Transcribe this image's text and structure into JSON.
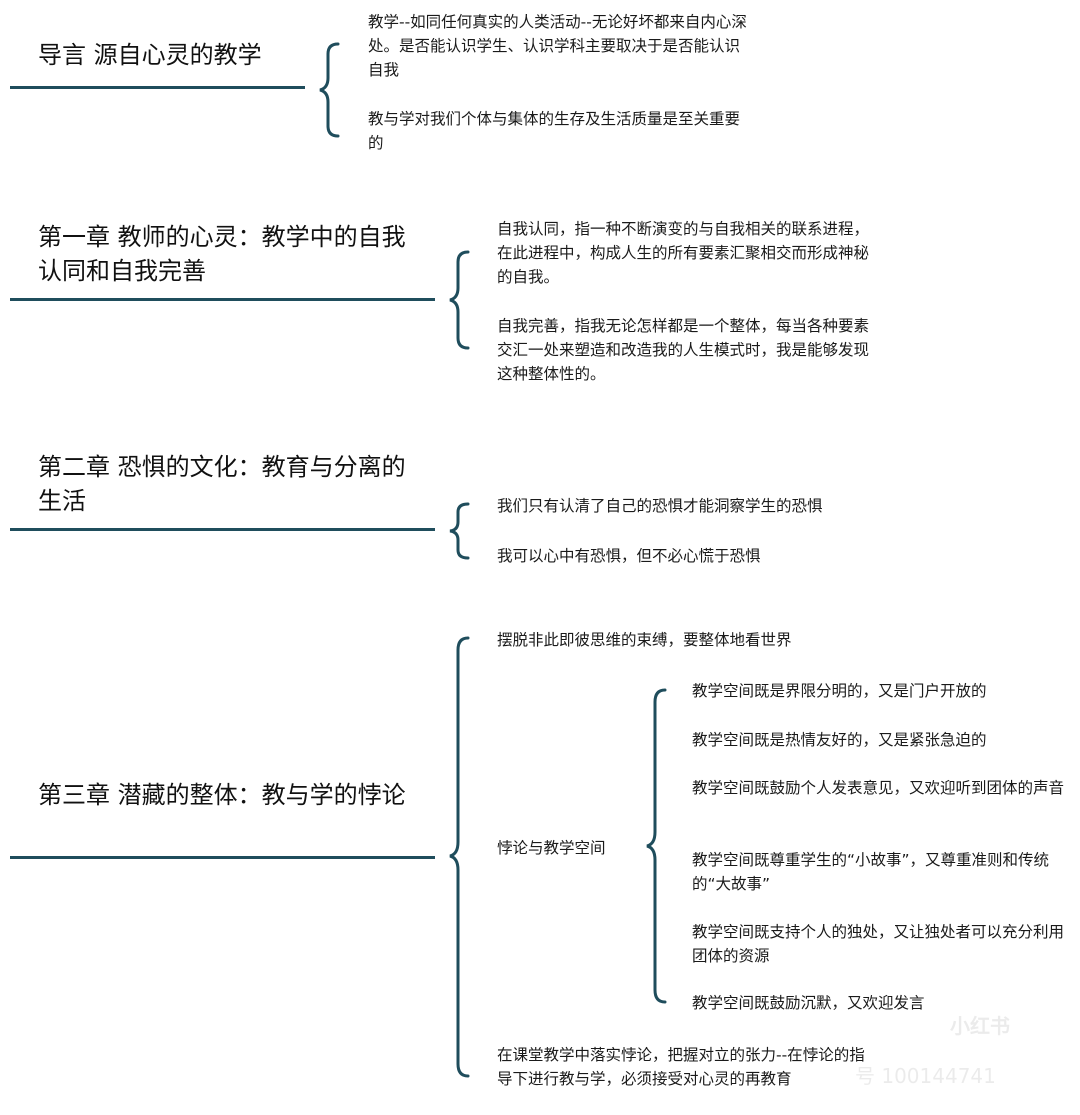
{
  "sections": [
    {
      "title": "导言 源自心灵的教学",
      "points": [
        "教学--如同任何真实的人类活动--无论好坏都来自内心深处。是否能认识学生、认识学科主要取决于是否能认识自我",
        "教与学对我们个体与集体的生存及生活质量是至关重要的"
      ]
    },
    {
      "title": "第一章 教师的心灵：教学中的自我认同和自我完善",
      "points": [
        "自我认同，指一种不断演变的与自我相关的联系进程，在此进程中，构成人生的所有要素汇聚相交而形成神秘的自我。",
        "自我完善，指我无论怎样都是一个整体，每当各种要素交汇一处来塑造和改造我的人生模式时，我是能够发现这种整体性的。"
      ]
    },
    {
      "title": "第二章 恐惧的文化：教育与分离的生活",
      "points": [
        "我们只有认清了自己的恐惧才能洞察学生的恐惧",
        "我可以心中有恐惧，但不必心慌于恐惧"
      ]
    },
    {
      "title": "第三章 潜藏的整体：教与学的悖论",
      "points": [
        "摆脱非此即彼思维的束缚，要整体地看世界",
        "悖论与教学空间",
        "在课堂教学中落实悖论，把握对立的张力--在悖论的指导下进行教与学，必须接受对心灵的再教育"
      ],
      "sub_points": [
        "教学空间既是界限分明的，又是门户开放的",
        "教学空间既是热情友好的，又是紧张急迫的",
        "教学空间既鼓励个人发表意见，又欢迎听到团体的声音",
        "教学空间既尊重学生的“小故事”，又尊重准则和传统的“大故事”",
        "教学空间既支持个人的独处，又让独处者可以充分利用团体的资源",
        "教学空间既鼓励沉默，又欢迎发言"
      ]
    }
  ],
  "watermark": {
    "brand": "小红书",
    "id": "号 100144741"
  },
  "colors": {
    "line": "#1f4d5c",
    "text": "#1a1a1a"
  }
}
